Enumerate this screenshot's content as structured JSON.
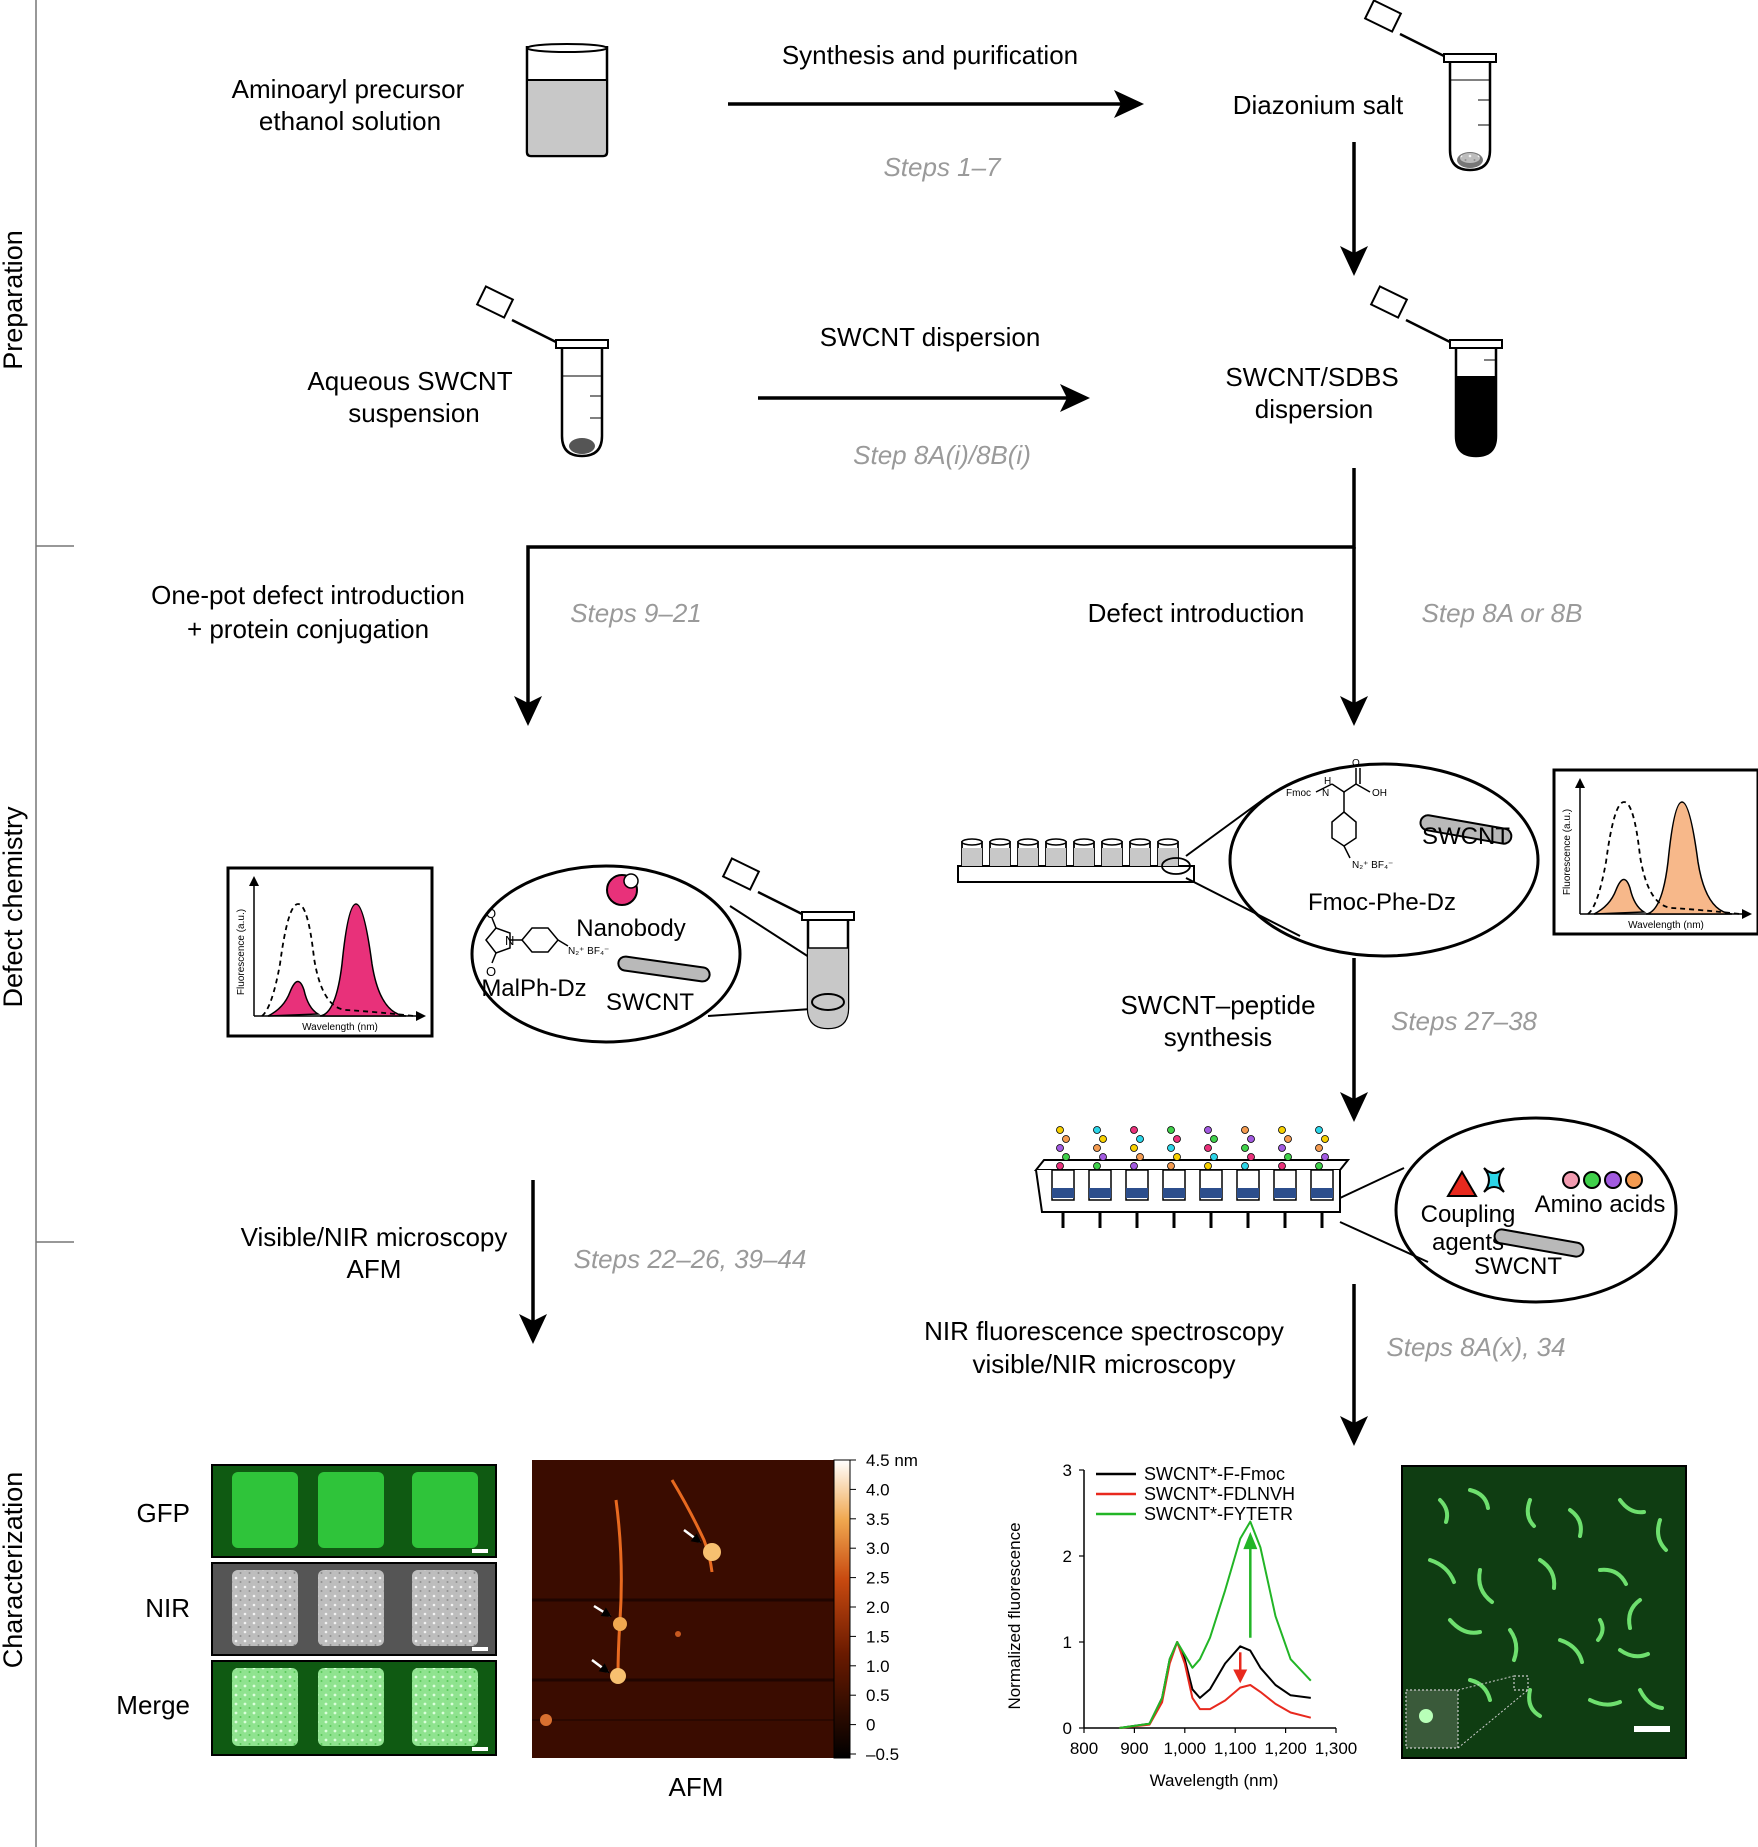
{
  "sections": {
    "preparation": "Preparation",
    "defect": "Defect chemistry",
    "characterization": "Characterization"
  },
  "nodes": {
    "precursor_l1": "Aminoaryl precursor",
    "precursor_l2": "ethanol solution",
    "diazonium": "Diazonium salt",
    "aqueous_l1": "Aqueous SWCNT",
    "aqueous_l2": "suspension",
    "dispersion_l1": "SWCNT/SDBS",
    "dispersion_l2": "dispersion"
  },
  "arrows": {
    "synthesis": "Synthesis and purification",
    "synthesis_steps": "Steps 1–7",
    "dispersion": "SWCNT dispersion",
    "dispersion_steps": "Step 8A(i)/8B(i)",
    "onepot_l1": "One-pot defect introduction",
    "onepot_l2": "+ protein conjugation",
    "onepot_steps": "Steps 9–21",
    "defect": "Defect introduction",
    "defect_steps": "Step 8A or 8B",
    "peptide_l1": "SWCNT–peptide",
    "peptide_l2": "synthesis",
    "peptide_steps": "Steps 27–38",
    "micro_l1": "Visible/NIR microscopy",
    "micro_l2": "AFM",
    "micro_steps": "Steps 22–26, 39–44",
    "nirfs_l1": "NIR fluorescence spectroscopy",
    "nirfs_l2": "visible/NIR microscopy",
    "nirfs_steps": "Steps 8A(x), 34"
  },
  "callouts": {
    "nanobody": "Nanobody",
    "malph": "MalPh-Dz",
    "swcnt": "SWCNT",
    "fmoc_phe": "Fmoc-Phe-Dz",
    "coupling_l1": "Coupling",
    "coupling_l2": "agents",
    "amino": "Amino acids",
    "fmoc": "Fmoc",
    "oh": "OH",
    "o": "O",
    "nh": "H",
    "n": "N",
    "n2": "N₂⁺ BF₄⁻"
  },
  "mini_spectrum": {
    "ylabel": "Fluorescence (a.u.)",
    "xlabel": "Wavelength (nm)"
  },
  "colors": {
    "pink": "#e8317a",
    "peach": "#f7b88a",
    "gray_step": "#9a9a9a",
    "gfp": "#2fc43a"
  },
  "micro_panels": {
    "gfp": "GFP",
    "nir": "NIR",
    "merge": "Merge"
  },
  "afm": {
    "caption": "AFM",
    "colorbar_ticks": [
      "4.5 nm",
      "4.0",
      "3.5",
      "3.0",
      "2.5",
      "2.0",
      "1.5",
      "1.0",
      "0.5",
      "0",
      "–0.5"
    ]
  },
  "chart_data": {
    "type": "line",
    "title": "",
    "xlabel": "Wavelength (nm)",
    "ylabel": "Normalized fluorescence",
    "xlim": [
      800,
      1300
    ],
    "ylim": [
      0,
      3
    ],
    "xticks": [
      "800",
      "900",
      "1,000",
      "1,100",
      "1,200",
      "1,300"
    ],
    "yticks": [
      "0",
      "1",
      "2",
      "3"
    ],
    "legend_position": "top-left",
    "series": [
      {
        "name": "SWCNT*-F-Fmoc",
        "color": "#000000",
        "x": [
          870,
          930,
          955,
          970,
          985,
          1000,
          1015,
          1030,
          1050,
          1080,
          1110,
          1130,
          1150,
          1180,
          1210,
          1250
        ],
        "y": [
          0.0,
          0.05,
          0.35,
          0.8,
          1.0,
          0.8,
          0.45,
          0.35,
          0.45,
          0.75,
          0.95,
          0.9,
          0.7,
          0.5,
          0.38,
          0.35
        ]
      },
      {
        "name": "SWCNT*-FDLNVH",
        "color": "#e8291e",
        "x": [
          870,
          930,
          955,
          970,
          985,
          1000,
          1015,
          1030,
          1050,
          1080,
          1110,
          1130,
          1150,
          1180,
          1210,
          1250
        ],
        "y": [
          0.0,
          0.04,
          0.3,
          0.75,
          1.0,
          0.75,
          0.35,
          0.22,
          0.22,
          0.32,
          0.47,
          0.5,
          0.42,
          0.28,
          0.18,
          0.12
        ]
      },
      {
        "name": "SWCNT*-FYTETR",
        "color": "#22b526",
        "x": [
          870,
          930,
          955,
          970,
          985,
          1000,
          1015,
          1030,
          1050,
          1080,
          1110,
          1130,
          1150,
          1180,
          1210,
          1250
        ],
        "y": [
          0.0,
          0.05,
          0.35,
          0.8,
          1.0,
          0.85,
          0.7,
          0.8,
          1.05,
          1.6,
          2.2,
          2.4,
          2.1,
          1.3,
          0.8,
          0.55
        ]
      }
    ]
  }
}
